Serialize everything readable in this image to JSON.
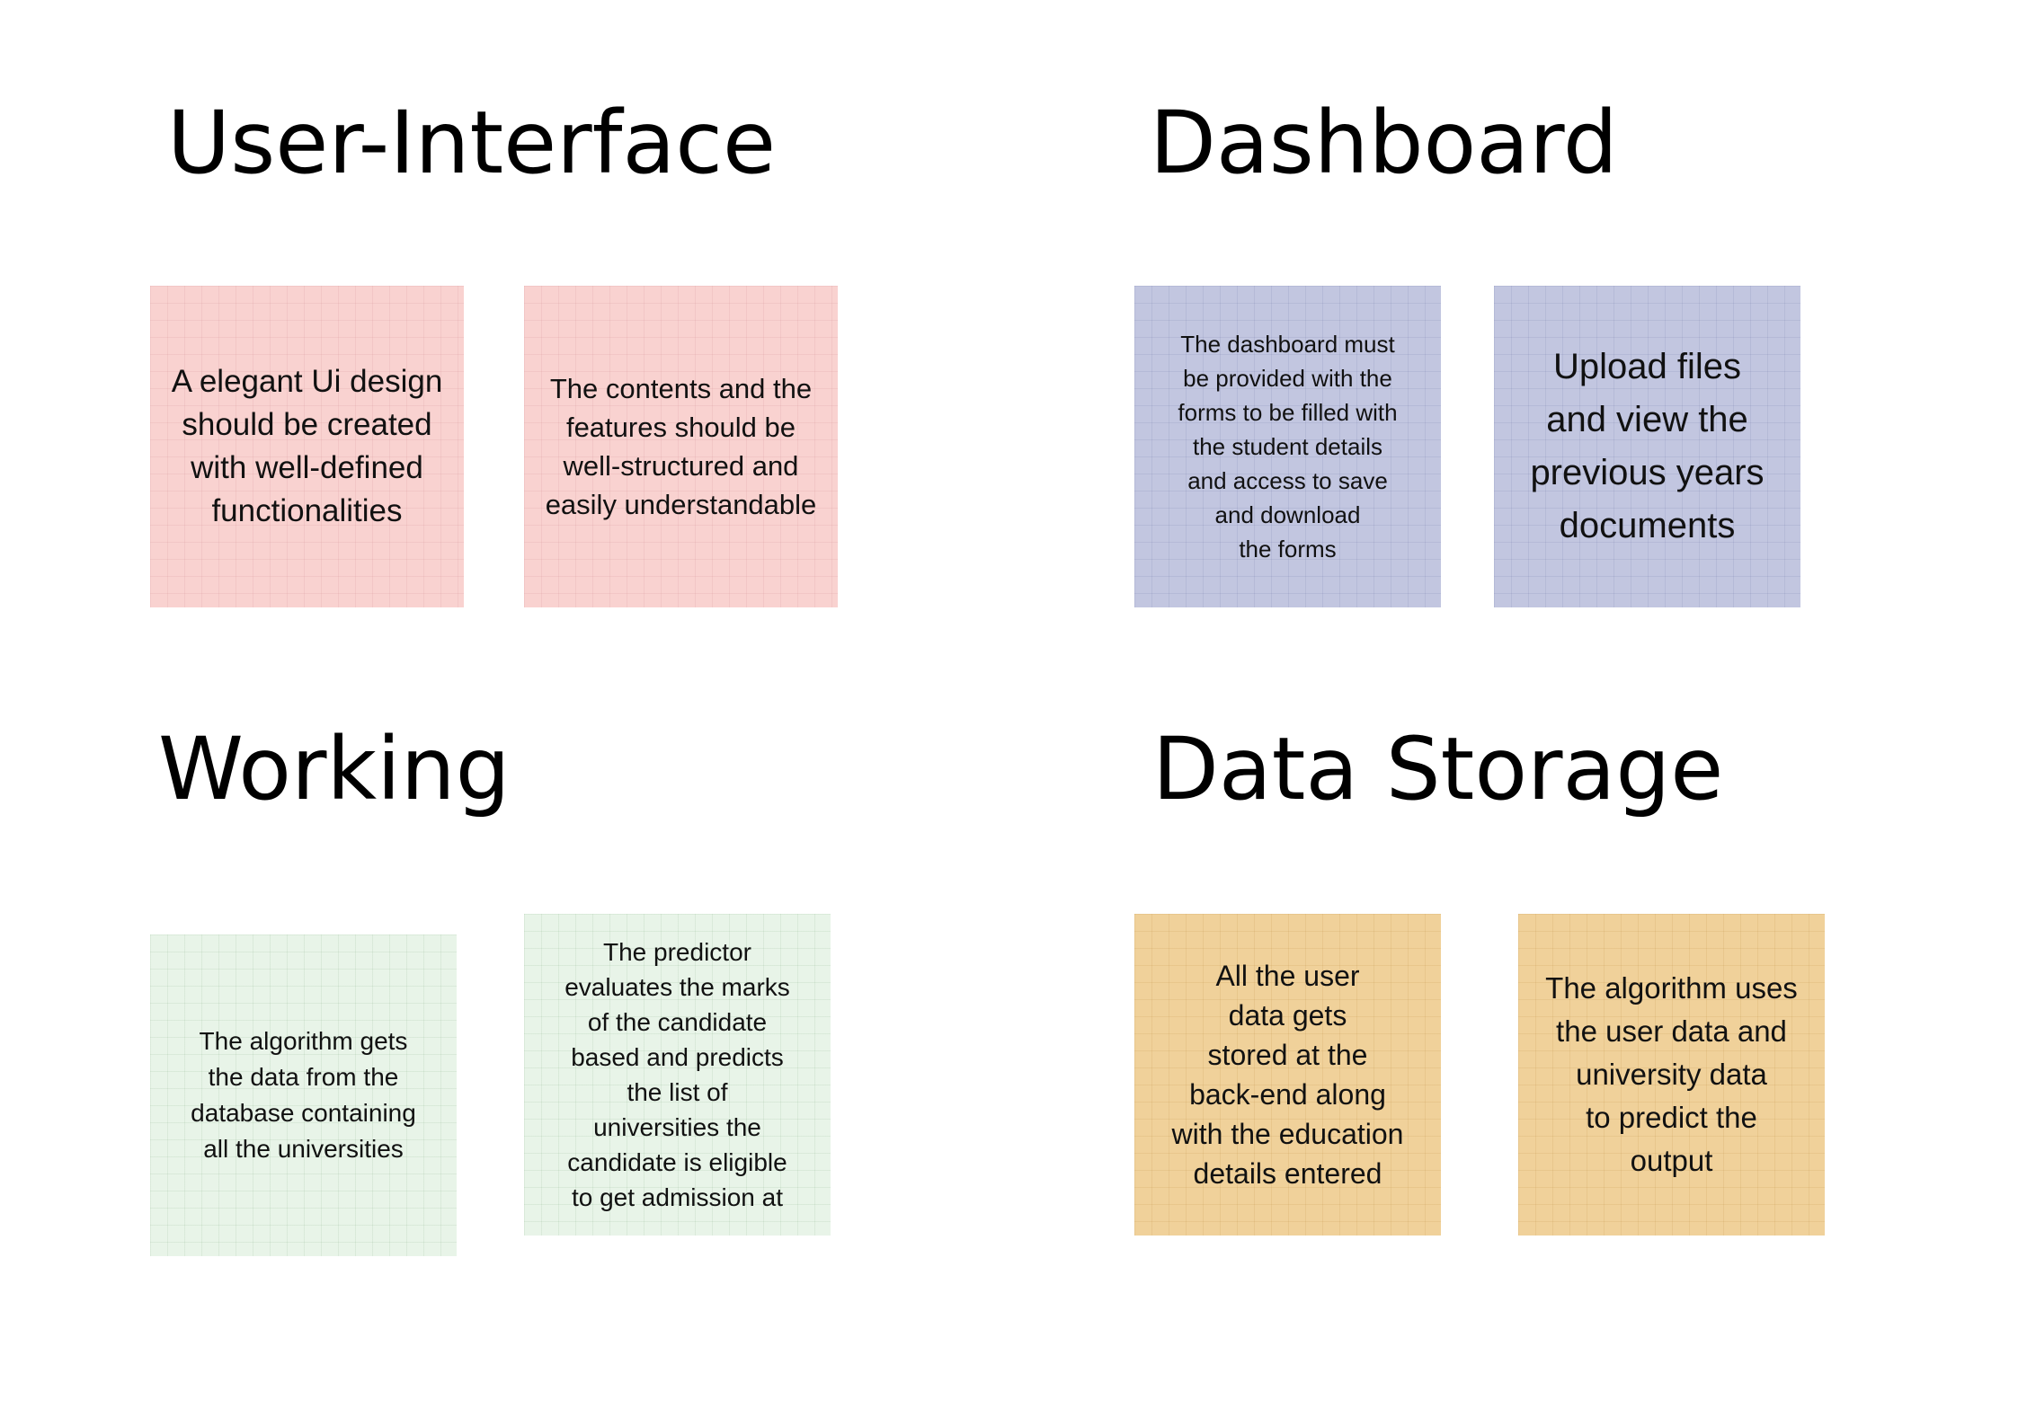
{
  "sections": {
    "user_interface": {
      "title": "User-Interface",
      "notes": [
        "A elegant Ui design\nshould be created\nwith well-defined\nfunctionalities",
        "The contents and the\nfeatures should be\nwell-structured and\neasily understandable"
      ]
    },
    "dashboard": {
      "title": "Dashboard",
      "notes": [
        "The dashboard must\nbe provided with the\nforms to be filled with\nthe student details\nand access to save\nand download\nthe forms",
        "Upload files\nand view the\nprevious years\ndocuments"
      ]
    },
    "working": {
      "title": "Working",
      "notes": [
        "The algorithm gets\nthe data from the\ndatabase containing\nall the universities",
        "The predictor\nevaluates the marks\nof the candidate\nbased and predicts\nthe list of\nuniversities the\ncandidate is eligible\nto get admission at"
      ]
    },
    "data_storage": {
      "title": "Data Storage",
      "notes": [
        "All the user\ndata gets\nstored at the\nback-end along\nwith the education\ndetails entered",
        "The algorithm uses\nthe user data and\nuniversity data\nto predict the\noutput"
      ]
    }
  },
  "colors": {
    "user_interface_note": "#f9d2d0",
    "dashboard_note": "#c2c6e0",
    "working_note": "#e8f4e8",
    "data_storage_note": "#f0d19a"
  }
}
